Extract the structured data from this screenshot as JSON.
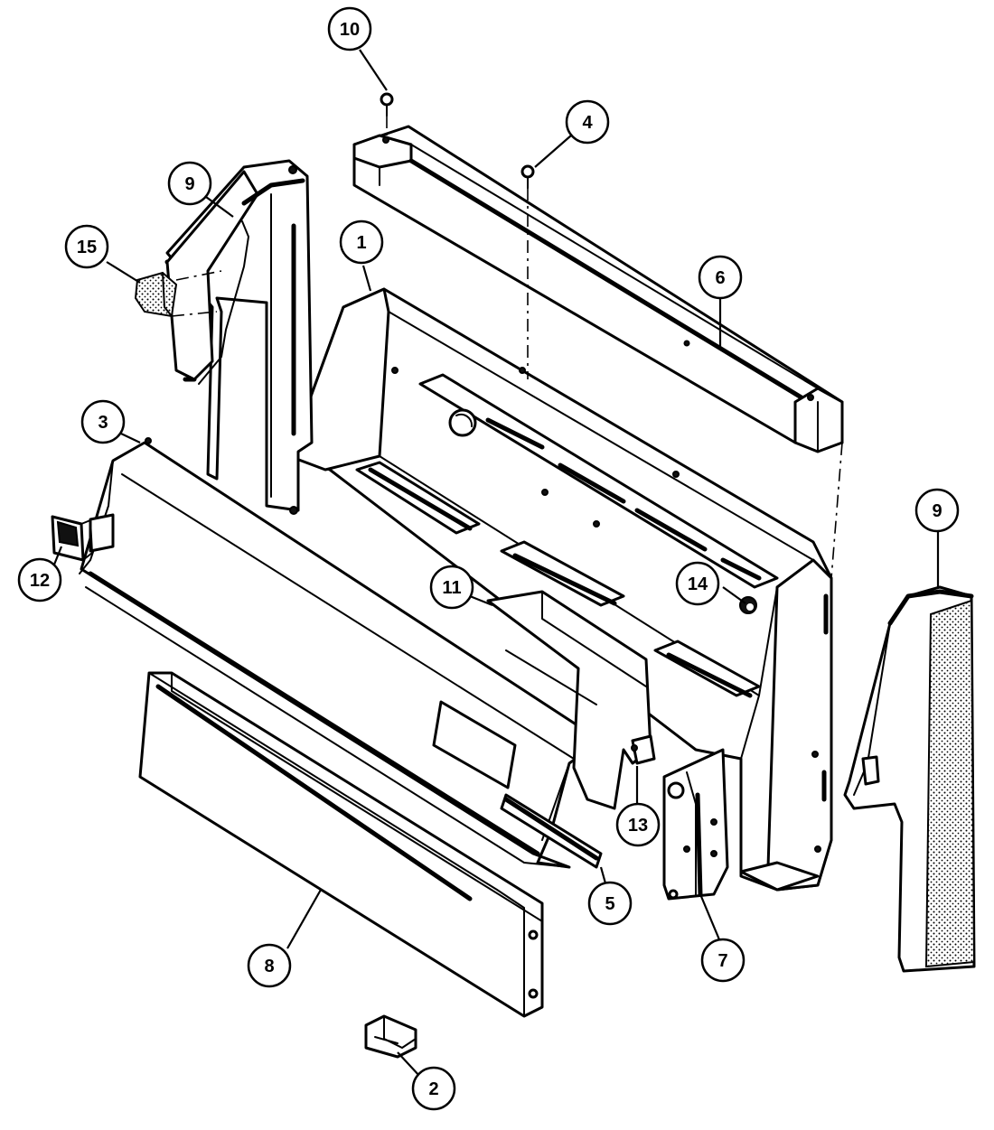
{
  "diagram": {
    "callouts": [
      {
        "id": "c10",
        "label": "10",
        "part": "screw-top"
      },
      {
        "id": "c4",
        "label": "4",
        "part": "screw"
      },
      {
        "id": "c9a",
        "label": "9",
        "part": "end-cap-left"
      },
      {
        "id": "c15",
        "label": "15",
        "part": "clip"
      },
      {
        "id": "c1",
        "label": "1",
        "part": "backguard-frame"
      },
      {
        "id": "c6",
        "label": "6",
        "part": "top-rail"
      },
      {
        "id": "c3",
        "label": "3",
        "part": "control-panel"
      },
      {
        "id": "c12",
        "label": "12",
        "part": "switch"
      },
      {
        "id": "c11",
        "label": "11",
        "part": "bracket"
      },
      {
        "id": "c14",
        "label": "14",
        "part": "grommet"
      },
      {
        "id": "c9b",
        "label": "9",
        "part": "end-cap-right"
      },
      {
        "id": "c13",
        "label": "13",
        "part": "mount"
      },
      {
        "id": "c5",
        "label": "5",
        "part": "trim-strip"
      },
      {
        "id": "c7",
        "label": "7",
        "part": "side-bracket"
      },
      {
        "id": "c8",
        "label": "8",
        "part": "lower-panel"
      },
      {
        "id": "c2",
        "label": "2",
        "part": "clip-bottom"
      }
    ]
  }
}
